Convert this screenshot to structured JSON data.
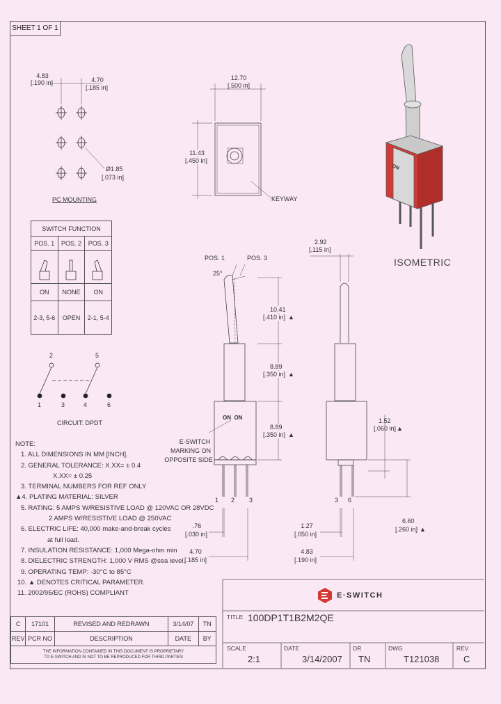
{
  "sheet": "SHEET 1 OF 1",
  "pc_mounting": {
    "dim_left_mm": "4.83",
    "dim_left_in": "[.190 in]",
    "dim_right_mm": "4.70",
    "dim_right_in": "[.185 in]",
    "hole_mm": "Ø1.85",
    "hole_in": "[.073 in]",
    "label": "PC MOUNTING"
  },
  "top_view": {
    "width_mm": "12.70",
    "width_in": "[.500 in]",
    "height_mm": "11.43",
    "height_in": "[.450 in]",
    "keyway": "KEYWAY"
  },
  "switch_function": {
    "title": "SWITCH FUNCTION",
    "columns": [
      "POS. 1",
      "POS. 2",
      "POS. 3"
    ],
    "states": [
      "ON",
      "NONE",
      "ON"
    ],
    "connections": [
      "2-3, 5-6",
      "OPEN",
      "2-1, 5-4"
    ]
  },
  "circuit": {
    "top_pins": [
      "2",
      "5"
    ],
    "bottom_pins": [
      "1",
      "3",
      "4",
      "6"
    ],
    "label": "CIRCUIT: DPDT"
  },
  "front_view": {
    "pos1": "POS. 1",
    "pos3": "POS. 3",
    "angle": "25°",
    "d1_mm": "10.41",
    "d1_in": "[.410 in]",
    "d2_mm": "8.89",
    "d2_in": "[.350 in]",
    "d3_mm": "8.89",
    "d3_in": "[.350 in]",
    "marking": [
      "E-SWITCH",
      "MARKING ON",
      "OPPOSITE SIDE"
    ],
    "body_text": "ON  ON",
    "pins": [
      "1",
      "2",
      "3"
    ],
    "bot1_mm": ".76",
    "bot1_in": "[.030 in]",
    "bot2_mm": "4.70",
    "bot2_in": "[.185 in]"
  },
  "side_view": {
    "dia_mm": "2.92",
    "dia_in": "[.115 in]",
    "d1_mm": "1.52",
    "d1_in": "[.060 in]",
    "pins": [
      "3",
      "6"
    ],
    "d2_mm": "6.60",
    "d2_in": "[.260 in]",
    "bot1_mm": "1.27",
    "bot1_in": "[.050 in]",
    "bot2_mm": "4.83",
    "bot2_in": "[.190 in]"
  },
  "isometric": {
    "label": "ISOMETRIC",
    "body_text": "ON"
  },
  "notes": {
    "title": "NOTE:",
    "items": [
      "1. ALL DIMENSIONS IN MM [INCH].",
      "2. GENERAL TOLERANCE: X.XX= ± 0.4",
      "X.XX= ± 0.25",
      "3. TERMINAL NUMBERS FOR REF ONLY",
      "4. PLATING MATERIAL: SILVER",
      "5. RATING: 5 AMPS W/RESISTIVE LOAD @ 120VAC OR 28VDC",
      "2 AMPS W/RESISTIVE LOAD @ 250VAC",
      "6. ELECTRIC LIFE: 40,000 make-and-break cycles",
      "at full load.",
      "7. INSULATION RESISTANCE: 1,000 Mega-ohm min",
      "8. DIELECTRIC STRENGTH: 1,000 V RMS @sea level.",
      "9. OPERATING TEMP: -30°C to 85°C",
      "10. ▲ DENOTES CRITICAL PARAMETER.",
      "11. 2002/95/EC (ROHS) COMPLIANT"
    ]
  },
  "revision": {
    "row": [
      "C",
      "17101",
      "REVISED AND REDRAWN",
      "3/14/07",
      "TN"
    ],
    "headers": [
      "REV",
      "PCR NO",
      "DESCRIPTION",
      "DATE",
      "BY"
    ],
    "disclaimer": [
      "THE INFORMATION CONTAINED IN THIS DOCUMENT IS PROPRIETARY",
      "TO E-SWITCH AND IS NOT TO BE REPRODUCED FOR THIRD PARTIES"
    ]
  },
  "title_block": {
    "brand": "E·SWITCH",
    "title_label": "TITLE",
    "title": "100DP1T1B2M2QE",
    "scale_label": "SCALE",
    "scale": "2:1",
    "date_label": "DATE",
    "date": "3/14/2007",
    "dr_label": "DR",
    "dr": "TN",
    "dwg_label": "DWG",
    "dwg": "T121038",
    "rev_label": "REV",
    "rev": "C"
  },
  "colors": {
    "background": "#fbe8f5",
    "switch_body": "#d23a35",
    "line": "#444444"
  }
}
